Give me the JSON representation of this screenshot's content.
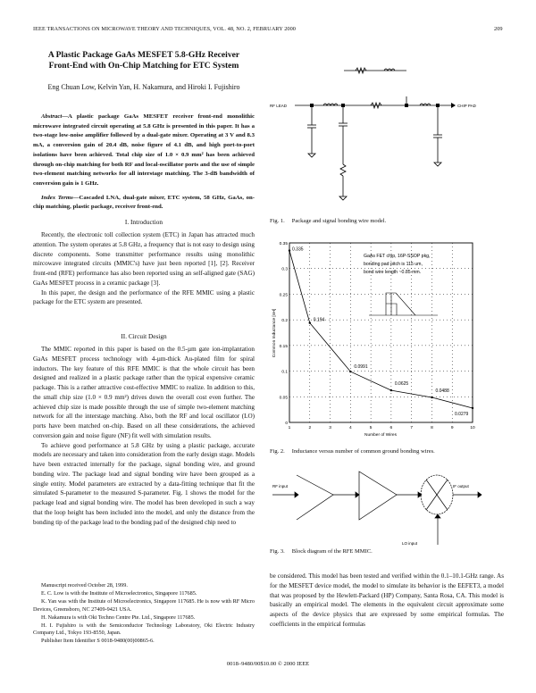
{
  "header": {
    "journal": "IEEE TRANSACTIONS ON MICROWAVE THEORY AND TECHNIQUES, VOL. 48, NO. 2, FEBRUARY 2000",
    "page_number": "209"
  },
  "title": [
    "A Plastic Package GaAs MESFET 5.8-GHz Receiver",
    "Front-End with On-Chip Matching for ETC System"
  ],
  "authors": "Eng Chuan Low, Kelvin Yan, H. Nakamura, and Hiroki I. Fujishiro",
  "abstract": {
    "label": "Abstract—",
    "text": "A plastic package GaAs MESFET receiver front-end monolithic microwave integrated circuit operating at 5.8 GHz is presented in this paper. It has a two-stage low-noise amplifier followed by a dual-gate mixer. Operating at 3 V and 8.3 mA, a conversion gain of 20.4 dB, noise figure of 4.1 dB, and high port-to-port isolations have been achieved. Total chip size of 1.0 × 0.9 mm² has been achieved through on-chip matching for both RF and local-oscillator ports and the use of simple two-element matching networks for all interstage matching. The 3-dB bandwidth of conversion gain is 1 GHz.",
    "index_label": "Index Terms—",
    "index_text": "Cascaded LNA, dual-gate mixer, ETC system, 58 GHz, GaAs, on-chip matching, plastic package, receiver front-end."
  },
  "sections": {
    "intro_heading": "I. Introduction",
    "intro": [
      "Recently, the electronic toll collection system (ETC) in Japan has attracted much attention. The system operates at 5.8 GHz, a frequency that is not easy to design using discrete components. Some transmitter performance results using monolithic mircowave integrated circuits (MMIC's) have just been reported [1], [2]. Receiver front-end (RFE) performance has also been reported using an self-aligned gate (SAG) GaAs MESFET process in a ceramic package [3].",
      "In this paper, the design and the performance of the RFE MMIC using a plastic package for the ETC system are presented."
    ],
    "design_heading": "II. Circuit Design",
    "design": [
      "The MMIC reported in this paper is based on the 0.5-µm gate ion-implantation GaAs MESFET process technology with 4-µm-thick Au-plated film for spiral inductors. The key feature of this RFE MMIC is that the whole circuit has been designed and realized in a plastic package rather than the typical expensive ceramic package. This is a rather attractive cost-effective MMIC to realize. In addition to this, the small chip size (1.0 × 0.9 mm²) drives down the overall cost even further. The achieved chip size is made possible through the use of simple two-element matching network for all the interstage matching. Also, both the RF and local oscillator (LO) ports have been matched on-chip. Based on all these considerations, the achieved conversion gain and noise figure (NF) fit well with simulation results.",
      "To achieve good performance at 5.8 GHz by using a plastic package, accurate models are necessary and taken into consideration from the early design stage. Models have been extracted internally for the package, signal bonding wire, and ground bonding wire. The package lead and signal bonding wire have been grouped as a single entity. Model parameters are extracted by a data-fitting technique that fit the simulated S-parameter to the measured S-parameter. Fig. 1 shows the model for the package lead and signal bonding wire. The model has been developed in such a way that the loop height has been included into the model, and only the distance from the bonding tip of the package lead to the bonding pad of the designed chip need to"
    ],
    "right_text": "be considered. This model has been tested and verified within the 0.1–10.1-GHz range. As for the MESFET device model, the model to simulate its behavior is the EEFET3, a model that was proposed by the Hewlett-Packard (HP) Company, Santa Rosa, CA. This model is basically an empirical model. The elements in the equivalent circuit approximate some aspects of the device physics that are expressed by some empirical formulas. The coefficients in the empirical formulas"
  },
  "footnotes": [
    "Manuscript received October 28, 1999.",
    "E. C. Low is with the Institute of Microelectronics, Singapore 117685.",
    "K. Yan was with the Institute of Microelectronics, Singapore 117685. He is now with RF Micro Devices, Greensboro, NC 27409-9421 USA.",
    "H. Nakamura is with Oki Techno Centre Pte. Ltd., Singapore 117685.",
    "H. I. Fujishiro is with the Semiconductor Technology Laboratory, Oki Electric Industry Company Ltd., Tokyo 193-8550, Japan.",
    "Publisher Item Identifier S 0018-9480(00)00865-6."
  ],
  "copyright": "0018–9480/00$10.00 © 2000 IEEE",
  "figures": {
    "fig1": {
      "num": "Fig. 1.",
      "caption": "Package and signal bonding wire model.",
      "in_label": "RF LEAD",
      "out_label": "CHIP PAD"
    },
    "fig2": {
      "num": "Fig. 2.",
      "caption": "Inductance versus number of common ground bonding wires."
    },
    "fig3": {
      "num": "Fig. 3.",
      "caption": "Block diagram of the RFE MMIC.",
      "rf_label": "RF input",
      "if_label": "IF output",
      "lo_label": "LO input"
    }
  },
  "chart_data": {
    "type": "line",
    "x": [
      1,
      2,
      4,
      6,
      8,
      10
    ],
    "values": [
      0.335,
      0.194,
      0.0991,
      0.0625,
      0.0488,
      0.0279
    ],
    "data_labels": [
      "0.335",
      "0.194",
      "0.0991",
      "0.0625",
      "0.0488",
      "0.0279"
    ],
    "xlabel": "Number of Wires",
    "ylabel": "Common Inductance [nH]",
    "xlim": [
      1,
      10
    ],
    "ylim": [
      0,
      0.35
    ],
    "xticks": [
      "1",
      "2",
      "3",
      "4",
      "5",
      "6",
      "7",
      "8",
      "9",
      "10"
    ],
    "yticks": [
      "0",
      "0.05",
      "0.1",
      "0.15",
      "0.2",
      "0.25",
      "0.3",
      "0.35"
    ],
    "grid": true,
    "annotation": [
      "GaAs FET chip, 16P-SSOP pkg,",
      "bonding pad pitch is 115 um,",
      "bond wire length ~0.85 mm."
    ],
    "color": "#000000"
  }
}
